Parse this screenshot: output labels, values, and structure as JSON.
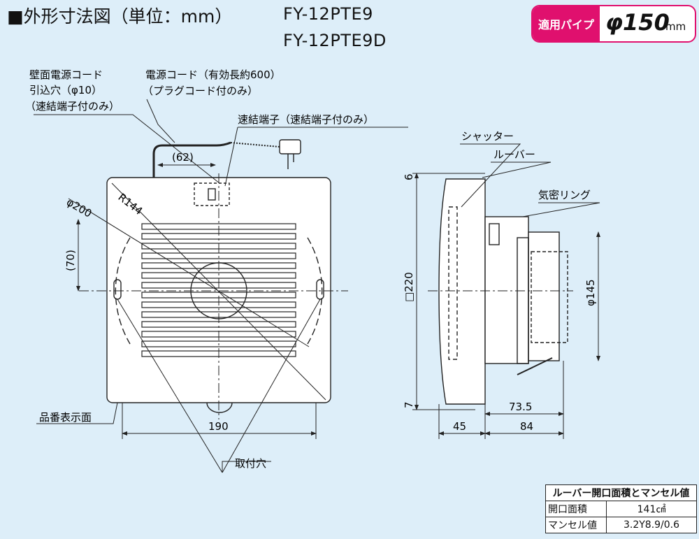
{
  "header": {
    "title": "■外形寸法図（単位：mm）",
    "models": [
      "FY-12PTE9",
      "FY-12PTE9D"
    ]
  },
  "pipe_badge": {
    "label": "適用パイプ",
    "value": "φ150",
    "unit": "mm"
  },
  "labels": {
    "wall_cord_hole": [
      "壁面電源コード",
      "引込穴（φ10）",
      "（速結端子付のみ）"
    ],
    "power_cord": [
      "電源コード（有効長約600）",
      "（プラグコード付のみ）"
    ],
    "quick_terminal": "速結端子（速結端子付のみ）",
    "shutter": "シャッター",
    "louver": "ルーバー",
    "airtight_ring": "気密リング",
    "model_number_side": "品番表示面",
    "mounting_holes": "取付穴"
  },
  "dimensions": {
    "cord_offset": "(62)",
    "radius": "R144",
    "phi_200": "φ200",
    "height_70": "(70)",
    "width_190": "190",
    "top_6": "6",
    "square_220": "□220",
    "bottom_7": "7",
    "phi_145": "φ145",
    "d_73_5": "73.5",
    "d_45": "45",
    "d_84": "84"
  },
  "spec_table": {
    "title": "ルーバー開口面積とマンセル値",
    "rows": [
      {
        "key": "開口面積",
        "value": "141㎠"
      },
      {
        "key": "マンセル値",
        "value": "3.2Y8.9/0.6"
      }
    ]
  },
  "colors": {
    "accent": "#e0106e",
    "background": "#ddeef9",
    "line": "#222222"
  }
}
